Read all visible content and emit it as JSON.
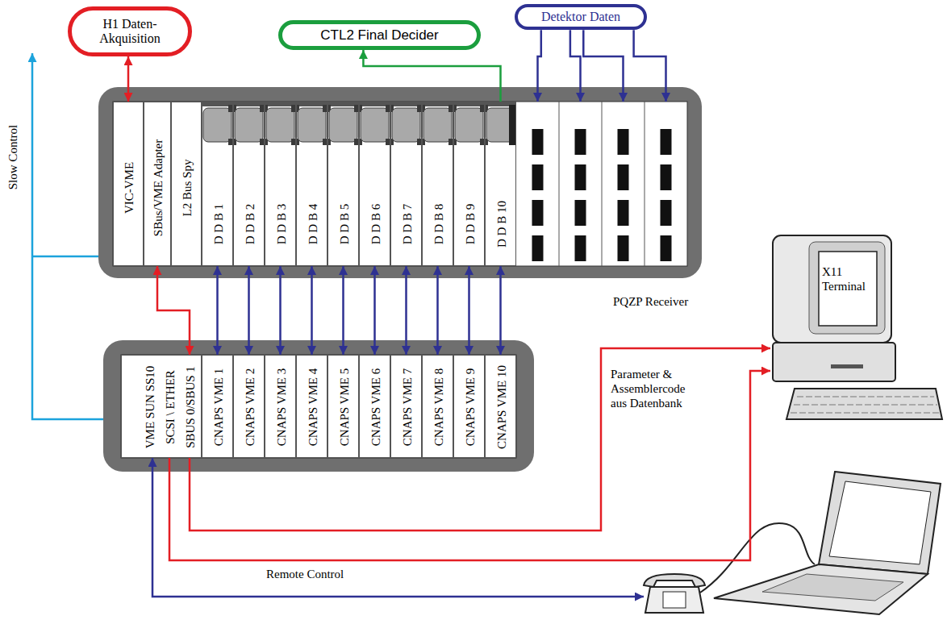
{
  "diagram": {
    "nodes": [
      {
        "text": [
          "H1 Daten- Akquisition"
        ]
      },
      {
        "text": [
          "CTL2 Final Decider"
        ]
      },
      {
        "text": [
          "Detektor Daten"
        ]
      },
      {
        "text": [
          "VIC-VME"
        ]
      },
      {
        "text": [
          "SBus/VME Adapter"
        ]
      },
      {
        "text": [
          "L2 Bus Spy"
        ]
      },
      {
        "text": [
          "D D B 1"
        ]
      },
      {
        "text": [
          "D D B 2"
        ]
      },
      {
        "text": [
          "D D B 3"
        ]
      },
      {
        "text": [
          "D D B 4"
        ]
      },
      {
        "text": [
          "D D B 5"
        ]
      },
      {
        "text": [
          "D D B 6"
        ]
      },
      {
        "text": [
          "D D B 7"
        ]
      },
      {
        "text": [
          "D D B 8"
        ]
      },
      {
        "text": [
          "D D B 9"
        ]
      },
      {
        "text": [
          "D D B 10"
        ]
      },
      {
        "text": [
          "PQZP Receiver"
        ]
      },
      {
        "text": [
          "VME SUN SS10",
          "SCSI \\ ETHER",
          "SBUS 0/SBUS 1"
        ]
      },
      {
        "text": [
          "CNAPS VME 1"
        ]
      },
      {
        "text": [
          "CNAPS VME 2"
        ]
      },
      {
        "text": [
          "CNAPS VME 3"
        ]
      },
      {
        "text": [
          "CNAPS VME 4"
        ]
      },
      {
        "text": [
          "CNAPS VME 5"
        ]
      },
      {
        "text": [
          "CNAPS VME 6"
        ]
      },
      {
        "text": [
          "CNAPS VME 7"
        ]
      },
      {
        "text": [
          "CNAPS VME 8"
        ]
      },
      {
        "text": [
          "CNAPS VME 9"
        ]
      },
      {
        "text": [
          "CNAPS VME 10"
        ]
      },
      {
        "text": [
          "X11 Terminal"
        ]
      }
    ],
    "edges": [
      {
        "from": 0,
        "to": 3,
        "arrow": "both"
      },
      {
        "from": 15,
        "to": 1,
        "arrow": "to"
      },
      {
        "from": 2,
        "to": 16,
        "arrow": "to"
      },
      {
        "from": 4,
        "to": 17,
        "arrow": "both"
      },
      {
        "from": 6,
        "to": 18,
        "arrow": "both"
      },
      {
        "from": 7,
        "to": 19,
        "arrow": "both"
      },
      {
        "from": 8,
        "to": 20,
        "arrow": "both"
      },
      {
        "from": 9,
        "to": 21,
        "arrow": "both"
      },
      {
        "from": 10,
        "to": 22,
        "arrow": "both"
      },
      {
        "from": 11,
        "to": 23,
        "arrow": "both"
      },
      {
        "from": 12,
        "to": 24,
        "arrow": "both"
      },
      {
        "from": 13,
        "to": 25,
        "arrow": "both"
      },
      {
        "from": 14,
        "to": 26,
        "arrow": "both"
      },
      {
        "from": 15,
        "to": 27,
        "arrow": "both"
      },
      {
        "from": 17,
        "to": 28,
        "arrow": "to"
      },
      {
        "from": 17,
        "to": 28,
        "arrow": "to"
      }
    ],
    "labels": [
      "Slow Control",
      "Parameter & Assemblercode aus Datenbank",
      "Remote Control"
    ]
  }
}
